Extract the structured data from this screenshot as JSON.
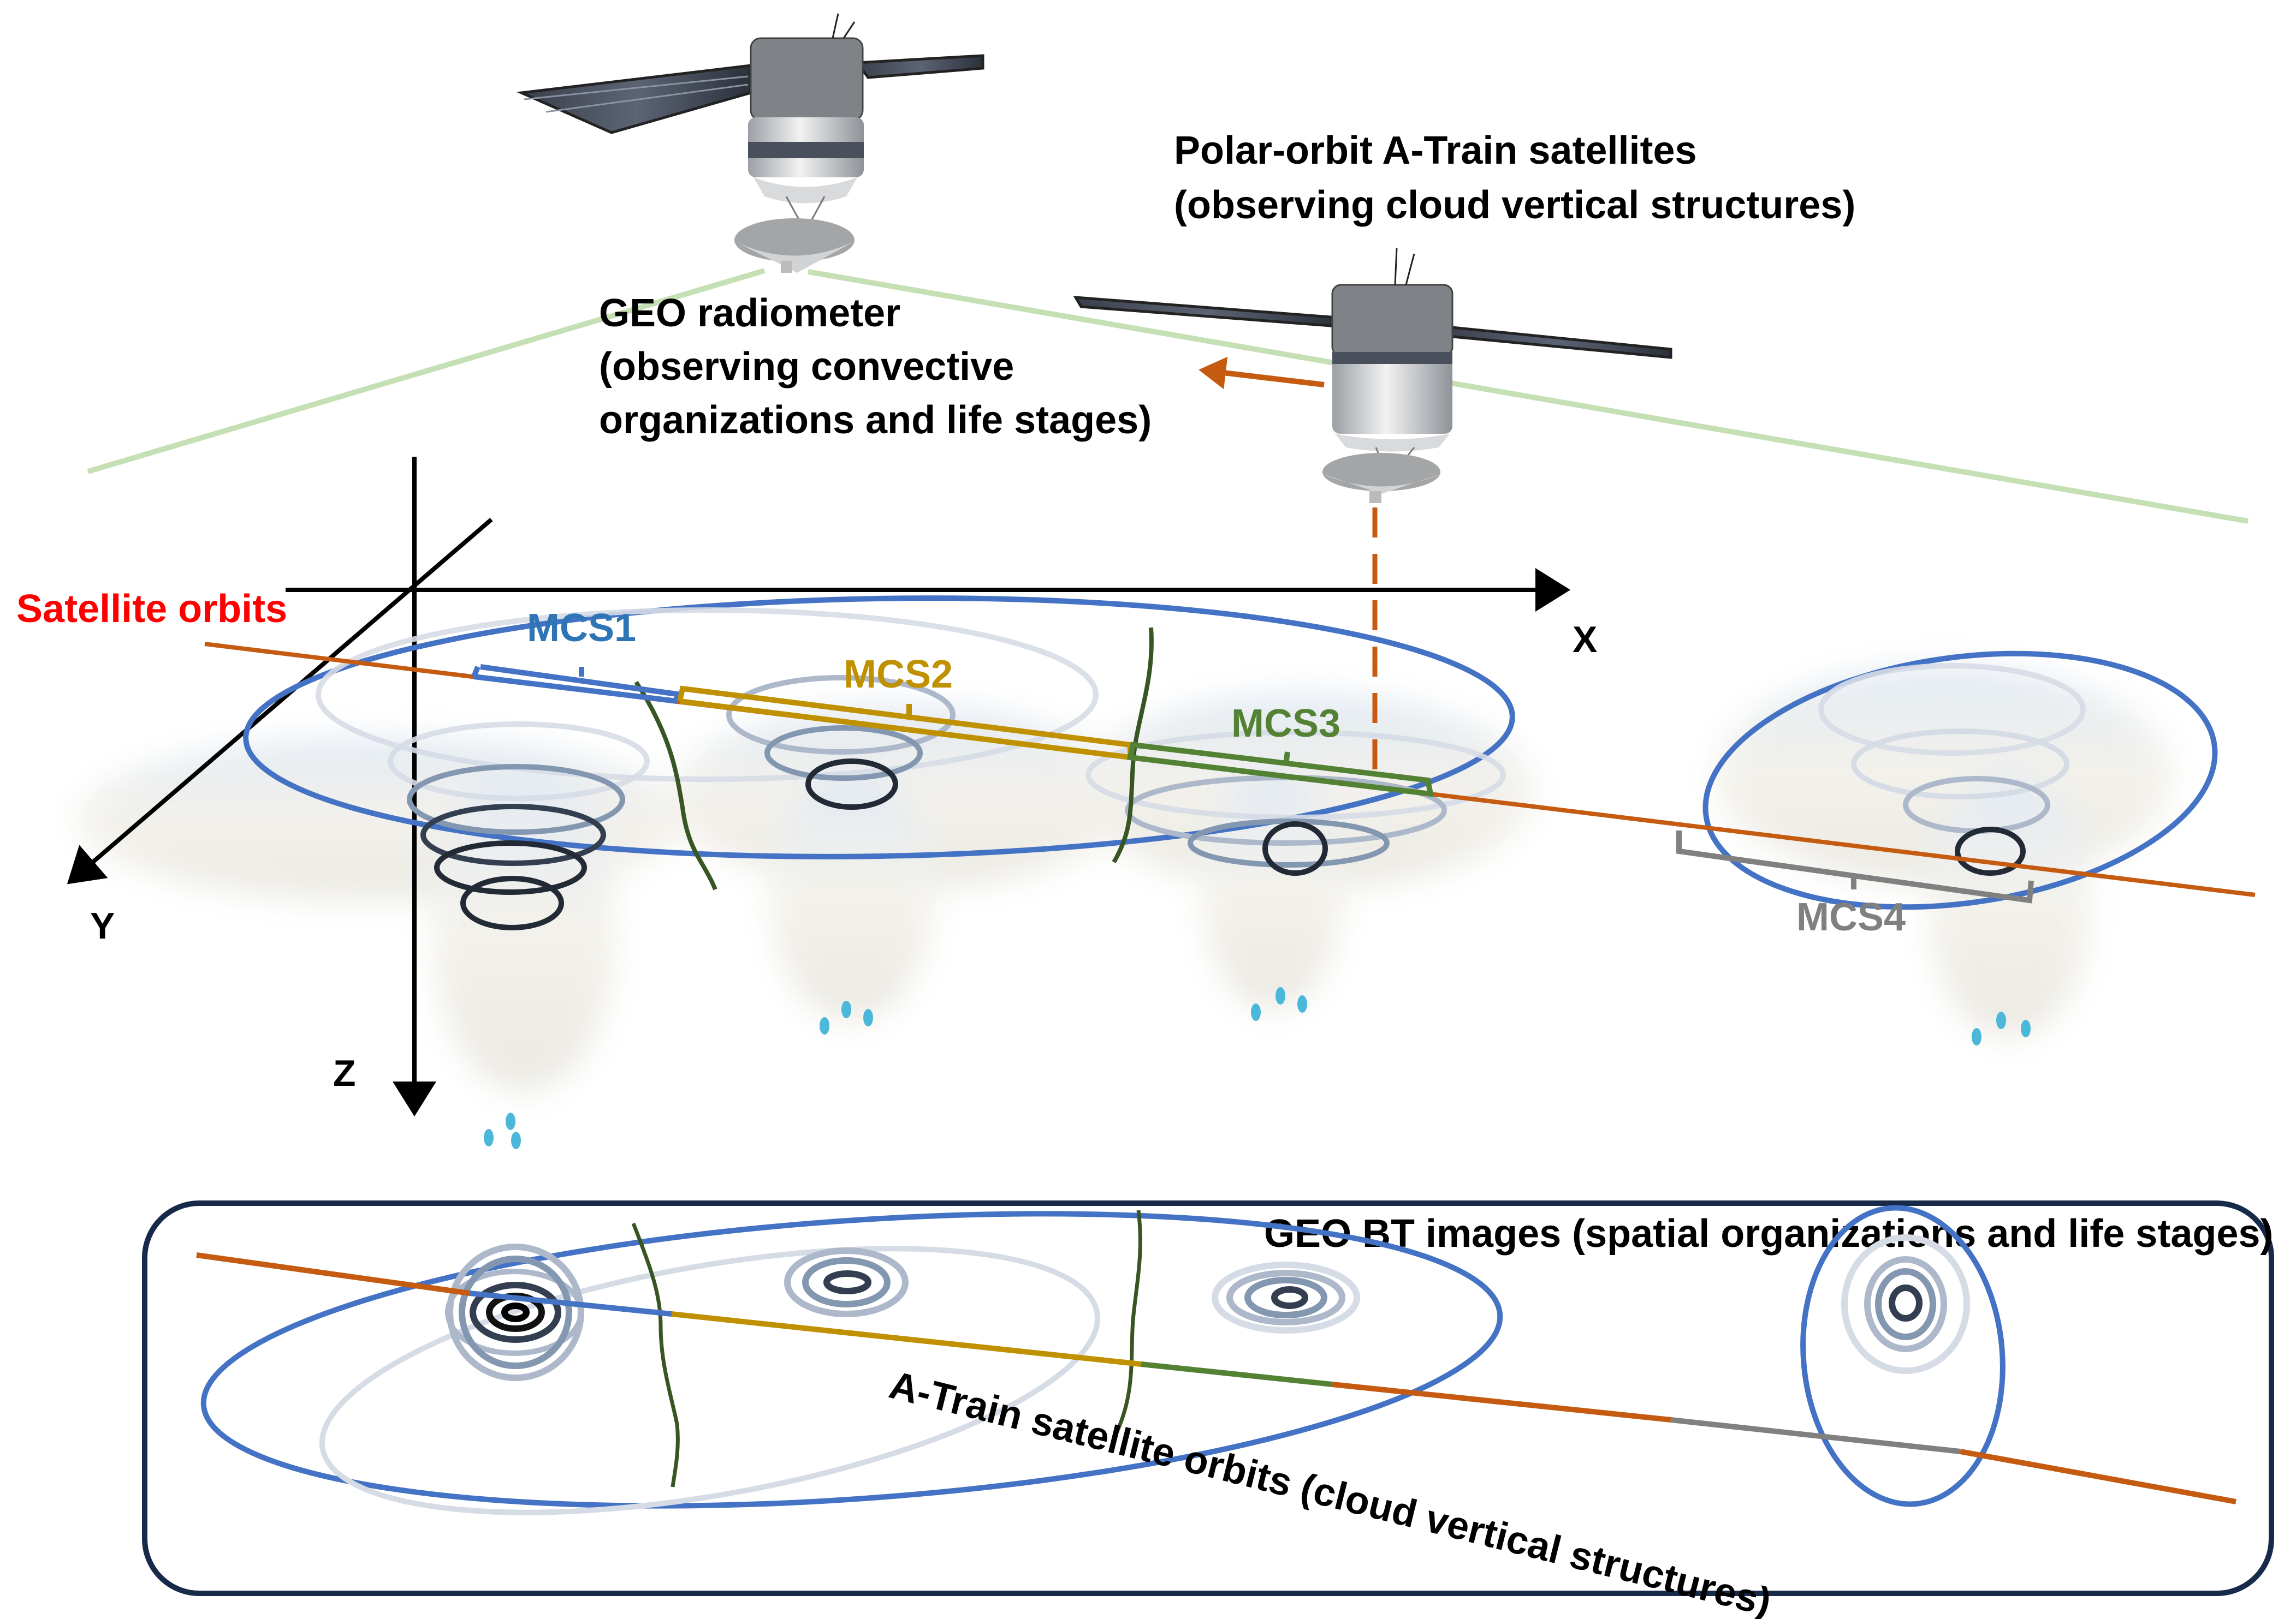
{
  "labels": {
    "geo_line1": "GEO radiometer",
    "geo_line2": "(observing convective",
    "geo_line3": "organizations and life stages)",
    "polar_line1": "Polar-orbit A-Train satellites",
    "polar_line2": "(observing cloud vertical structures)",
    "satellite_orbits": "Satellite orbits",
    "axis_x": "X",
    "axis_y": "Y",
    "axis_z": "Z",
    "panel_title": "GEO BT images (spatial organizations and life stages)",
    "orbit_caption": "A-Train satellite orbits (cloud vertical structures)"
  },
  "systems": [
    {
      "name": "MCS1",
      "color": "#4472c4"
    },
    {
      "name": "MCS2",
      "color": "#bf9000"
    },
    {
      "name": "MCS3",
      "color": "#548235"
    },
    {
      "name": "MCS4",
      "color": "#808080"
    }
  ],
  "colors": {
    "orbit": "#c55a11",
    "field_of_view": "#c5e0b4",
    "mcs_boundary": "#4472c4",
    "separator": "#375623",
    "satellite_orbits_label": "#ff0000",
    "panel_border": "#172a4a",
    "contour_levels": [
      "#d6dce5",
      "#adb9ca",
      "#8497b0",
      "#333f50",
      "#111111"
    ]
  },
  "icons": {
    "geo_satellite": "geo-satellite-icon",
    "polar_satellite": "polar-satellite-icon",
    "cloud": "cumulonimbus-cloud-icon",
    "rain": "raindrop-icon"
  }
}
